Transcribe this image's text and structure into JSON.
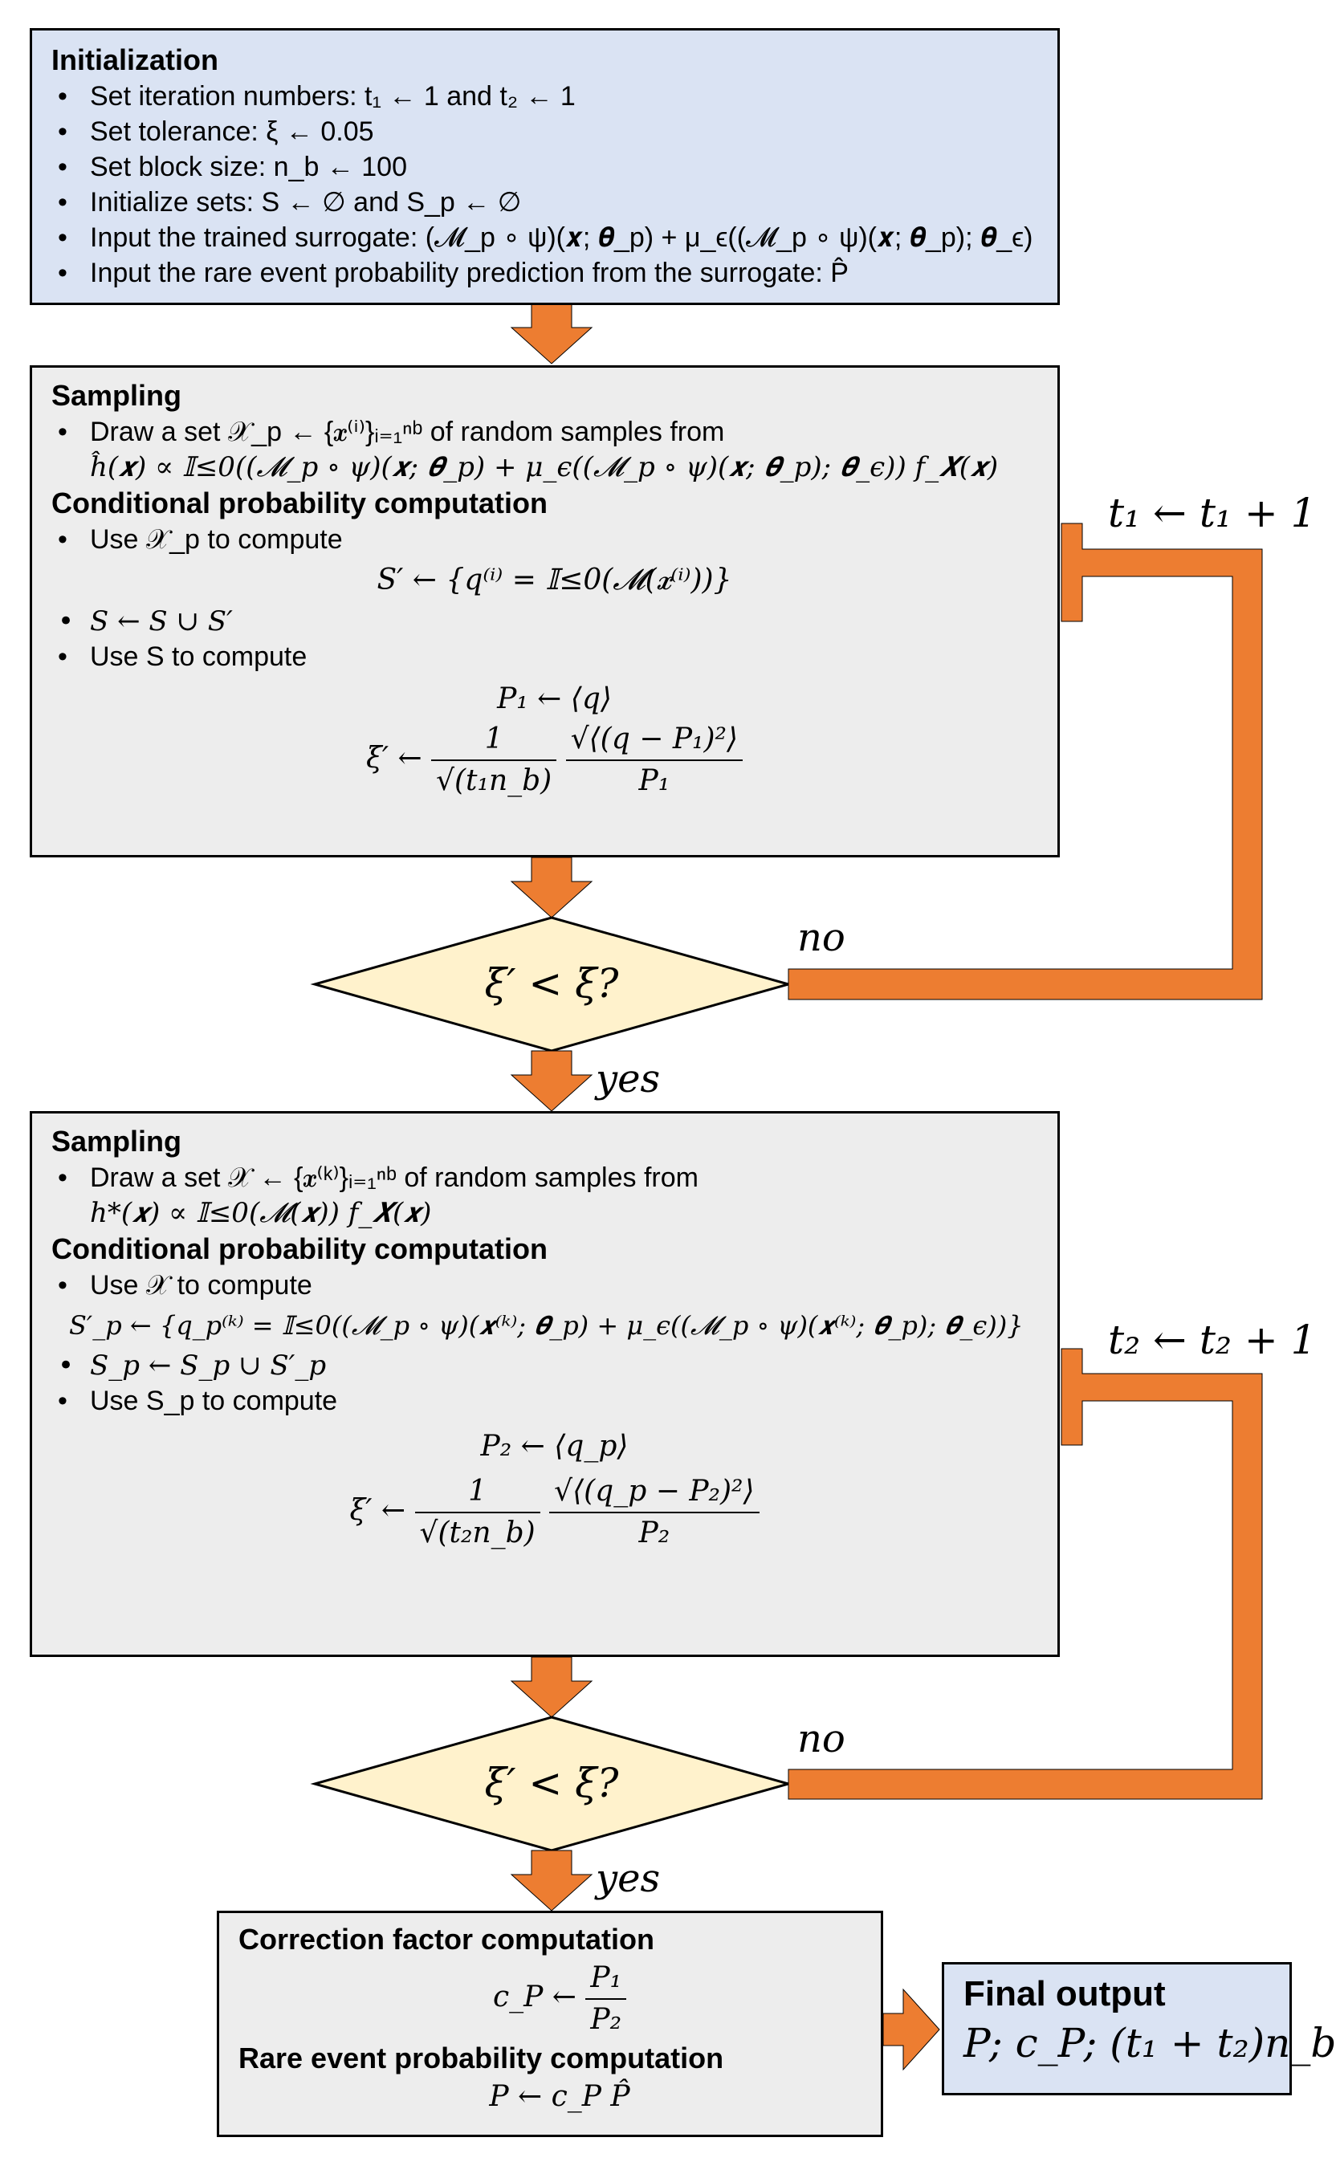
{
  "init": {
    "title": "Initialization",
    "bullets": [
      "Set iteration numbers: t₁ ← 1 and t₂ ← 1",
      "Set tolerance: ξ ← 0.05",
      "Set block size: n_b ← 100",
      "Initialize sets: S ← ∅ and S_p ← ∅",
      "Input the trained surrogate: (𝓜_p ∘ ψ)(𝒙; 𝜽_p) + μ_ϵ((𝓜_p ∘ ψ)(𝒙; 𝜽_p); 𝜽_ϵ)",
      "Input the rare event probability prediction from the surrogate: P̂"
    ]
  },
  "block1": {
    "sampling_title": "Sampling",
    "draw_line": "Draw a set 𝒳_p ← {𝒙⁽ⁱ⁾}ᵢ₌₁ⁿᵇ of random samples from",
    "density": "ĥ(𝒙) ∝ 𝕀≤0((𝓜_p ∘ ψ)(𝒙; 𝜽_p) + μ_ϵ((𝓜_p ∘ ψ)(𝒙; 𝜽_p); 𝜽_ϵ)) f_𝑿(𝒙)",
    "cond_title": "Conditional probability computation",
    "use_line": "Use 𝒳_p to compute",
    "s_eq": "S′ ← {q⁽ⁱ⁾ = 𝕀≤0(𝓜(𝒙⁽ⁱ⁾))}",
    "union": "S ← S ∪ S′",
    "use_s": "Use S to compute",
    "p_eq": "P₁ ← ⟨q⟩",
    "xi_lhs": "ξ′ ←",
    "xi_num1": "1",
    "xi_den1": "√(t₁n_b)",
    "xi_num2": "√⟨(q − P₁)²⟩",
    "xi_den2": "P₁"
  },
  "decision1": {
    "text": "ξ′ < ξ?",
    "no": "no",
    "yes": "yes",
    "loop": "t₁ ← t₁ + 1"
  },
  "block2": {
    "sampling_title": "Sampling",
    "draw_line": "Draw a set 𝒳 ← {𝒙⁽ᵏ⁾}ᵢ₌₁ⁿᵇ of random samples from",
    "density": "h*(𝒙) ∝ 𝕀≤0(𝓜(𝒙)) f_𝑿(𝒙)",
    "cond_title": "Conditional probability computation",
    "use_line": "Use 𝒳 to compute",
    "s_eq": "S′_p ← {q_p⁽ᵏ⁾ = 𝕀≤0((𝓜_p ∘ ψ)(𝒙⁽ᵏ⁾; 𝜽_p) + μ_ϵ((𝓜_p ∘ ψ)(𝒙⁽ᵏ⁾; 𝜽_p); 𝜽_ϵ))}",
    "union": "S_p ← S_p ∪ S′_p",
    "use_s": "Use S_p to compute",
    "p_eq": "P₂ ← ⟨q_p⟩",
    "xi_lhs": "ξ′ ←",
    "xi_num1": "1",
    "xi_den1": "√(t₂n_b)",
    "xi_num2": "√⟨(q_p − P₂)²⟩",
    "xi_den2": "P₂"
  },
  "decision2": {
    "text": "ξ′ < ξ?",
    "no": "no",
    "yes": "yes",
    "loop": "t₂ ← t₂ + 1"
  },
  "correction": {
    "title": "Correction factor computation",
    "cp_lhs": "c_P ←",
    "cp_num": "P₁",
    "cp_den": "P₂",
    "rare_title": "Rare event probability computation",
    "p_eq": "P ← c_P P̂"
  },
  "final": {
    "title": "Final output",
    "value": "P; c_P; (t₁ + t₂)n_b"
  },
  "colors": {
    "arrow": "#ed7d31",
    "blue_box": "#dae3f3",
    "gray_box": "#ededed",
    "diamond": "#fff2cc"
  }
}
